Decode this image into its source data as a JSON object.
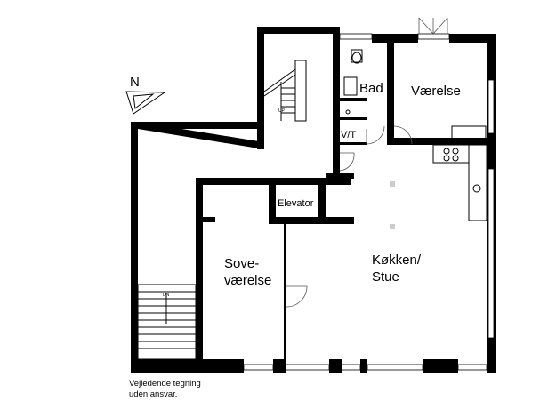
{
  "compass": {
    "label": "N"
  },
  "rooms": {
    "bad": "Bad",
    "vaerelse": "Værelse",
    "vt": "V/T",
    "elevator": "Elevator",
    "sove_line1": "Sove-",
    "sove_line2": "værelse",
    "kokken_line1": "Køkken/",
    "kokken_line2": "Stue"
  },
  "stairs": {
    "up": "UP",
    "down": "DN"
  },
  "footnote": {
    "line1": "Vejledende tegning",
    "line2": "uden ansvar."
  }
}
